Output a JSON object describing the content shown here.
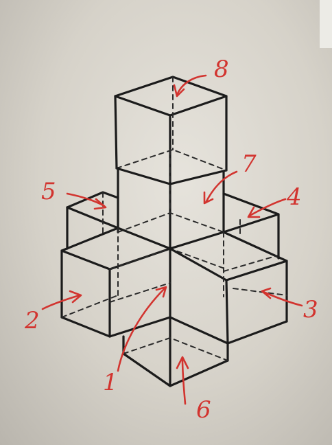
{
  "colors": {
    "paper": "#e2dfd8",
    "ink": "#1b1b1b",
    "annotation": "#d2342f"
  },
  "labels": {
    "l1": "1",
    "l2": "2",
    "l3": "3",
    "l4": "4",
    "l5": "5",
    "l6": "6",
    "l7": "7",
    "l8": "8"
  }
}
